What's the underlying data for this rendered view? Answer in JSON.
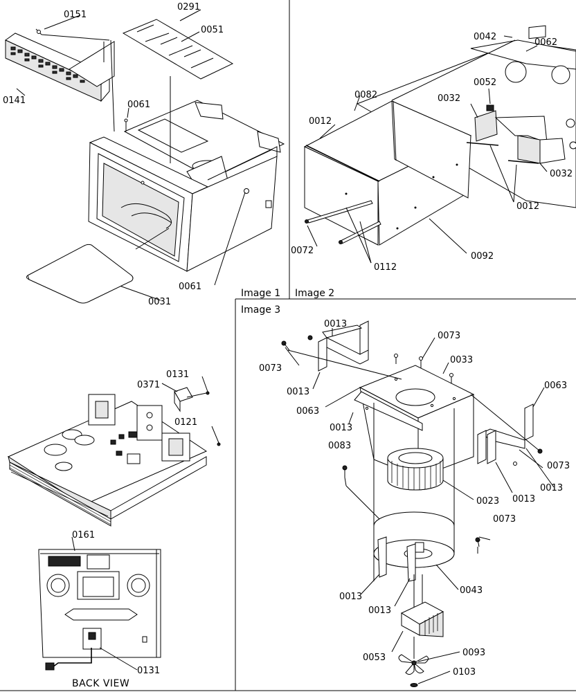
{
  "captions": {
    "image1": "Image 1",
    "image2": "Image 2",
    "image3": "Image 3",
    "back_view": "BACK VIEW"
  },
  "labels": {
    "p0151": "0151",
    "p0291": "0291",
    "p0051": "0051",
    "p0141": "0141",
    "p0061a": "0061",
    "p0061b": "0061",
    "p0031": "0031",
    "p0042": "0042",
    "p0062": "0062",
    "p0082": "0082",
    "p0052": "0052",
    "p0032a": "0032",
    "p0032b": "0032",
    "p0012a": "0012",
    "p0012b": "0012",
    "p0072": "0072",
    "p0112": "0112",
    "p0092": "0092",
    "p0013a": "0013",
    "p0013b": "0013",
    "p0013c": "0013",
    "p0013d": "0013",
    "p0013e": "0013",
    "p0013f": "0013",
    "p0013g": "0013",
    "p0073a": "0073",
    "p0073b": "0073",
    "p0073c": "0073",
    "p0073d": "0073",
    "p0033": "0033",
    "p0063a": "0063",
    "p0063b": "0063",
    "p0083": "0083",
    "p0023": "0023",
    "p0043": "0043",
    "p0053": "0053",
    "p0093": "0093",
    "p0103": "0103",
    "p0131a": "0131",
    "p0131b": "0131",
    "p0371": "0371",
    "p0121": "0121",
    "p0161": "0161"
  }
}
